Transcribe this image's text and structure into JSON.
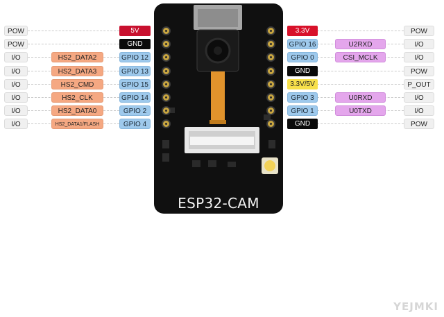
{
  "board": {
    "title": "ESP32-CAM"
  },
  "left_pins": [
    {
      "type": "POW",
      "func": "",
      "pin": "5V",
      "kind": "pwr5"
    },
    {
      "type": "POW",
      "func": "",
      "pin": "GND",
      "kind": "gnd"
    },
    {
      "type": "I/O",
      "func": "HS2_DATA2",
      "pin": "GPIO 12",
      "kind": "gpio"
    },
    {
      "type": "I/O",
      "func": "HS2_DATA3",
      "pin": "GPIO 13",
      "kind": "gpio"
    },
    {
      "type": "I/O",
      "func": "HS2_CMD",
      "pin": "GPIO 15",
      "kind": "gpio"
    },
    {
      "type": "I/O",
      "func": "HS2_CLK",
      "pin": "GPIO 14",
      "kind": "gpio"
    },
    {
      "type": "I/O",
      "func": "HS2_DATA0",
      "pin": "GPIO 2",
      "kind": "gpio"
    },
    {
      "type": "I/O",
      "func": "HS2_DATA1/FLASH",
      "pin": "GPIO 4",
      "kind": "gpio"
    }
  ],
  "right_pins": [
    {
      "pin": "3.3V",
      "func": "",
      "type": "POW",
      "kind": "p33"
    },
    {
      "pin": "GPIO 16",
      "func": "U2RXD",
      "type": "I/O",
      "kind": "gpio"
    },
    {
      "pin": "GPIO 0",
      "func": "CSI_MCLK",
      "type": "I/O",
      "kind": "gpio"
    },
    {
      "pin": "GND",
      "func": "",
      "type": "POW",
      "kind": "gnd"
    },
    {
      "pin": "3.3V/5V",
      "func": "",
      "type": "P_OUT",
      "kind": "p335"
    },
    {
      "pin": "GPIO 3",
      "func": "U0RXD",
      "type": "I/O",
      "kind": "gpio"
    },
    {
      "pin": "GPIO 1",
      "func": "U0TXD",
      "type": "I/O",
      "kind": "gpio"
    },
    {
      "pin": "GND",
      "func": "",
      "type": "POW",
      "kind": "gnd"
    }
  ],
  "watermark": "YEJMKI"
}
